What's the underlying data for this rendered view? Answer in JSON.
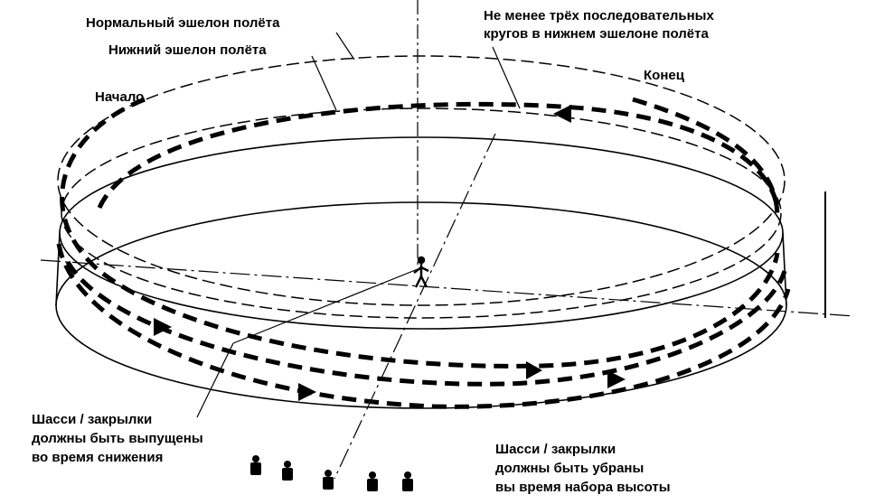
{
  "labels": {
    "normal_level": "Нормальный эшелон полёта",
    "lower_level": "Нижний эшелон полёта",
    "three_circles_line1": "Не менее трёх последовательных",
    "three_circles_line2": "кругов в нижнем эшелоне полёта",
    "start": "Начало",
    "end": "Конец",
    "descent_line1": "Шасси / закрылки",
    "descent_line2": "должны быть выпущены",
    "descent_line3": "во время снижения",
    "climb_line1": "Шасси / закрылки",
    "climb_line2": "должны быть убраны",
    "climb_line3": "вы время набора высоты"
  },
  "icons": [
    "observer-figure",
    "spectator-figure"
  ],
  "colors": {
    "ink": "#000000",
    "background": "#ffffff"
  }
}
